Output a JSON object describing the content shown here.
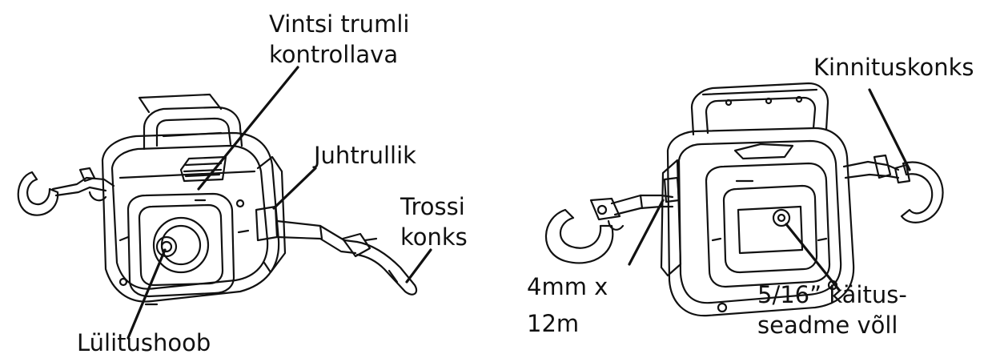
{
  "labels": {
    "drum_cover_line1": "Vintsi trumli",
    "drum_cover_line2": "kontrollava",
    "guide_roller": "Juhtrullik",
    "rope_hook_line1": "Trossi",
    "rope_hook_line2": "konks",
    "switch_lever": "Lülitushoob",
    "mount_hook": "Kinnituskonks",
    "rope_size_line1": "4mm x",
    "rope_size_line2": "12m",
    "shaft_line1": "5/16” käitus-",
    "shaft_line2": "seadme võll"
  },
  "colors": {
    "stroke": "#111111",
    "background": "#ffffff"
  }
}
